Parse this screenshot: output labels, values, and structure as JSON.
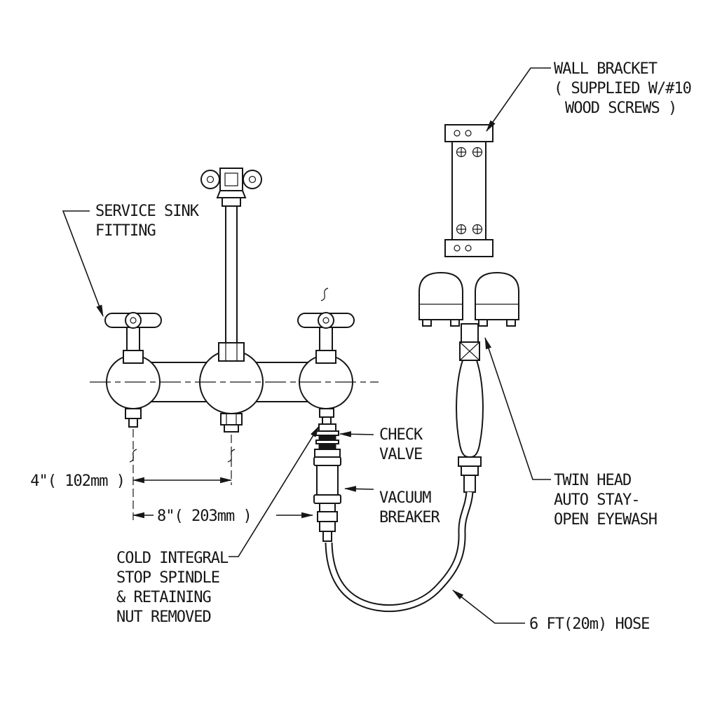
{
  "colors": {
    "ink": "#161616",
    "background": "#ffffff"
  },
  "labels": {
    "wall_bracket": [
      "WALL BRACKET",
      "( SUPPLIED W/#10",
      "WOOD SCREWS )"
    ],
    "service_sink": [
      "SERVICE SINK",
      "FITTING"
    ],
    "check_valve": [
      "CHECK",
      "VALVE"
    ],
    "vacuum_breaker": [
      "VACUUM",
      "BREAKER"
    ],
    "cold_integral": [
      "COLD INTEGRAL",
      "STOP SPINDLE",
      "& RETAINING",
      "NUT REMOVED"
    ],
    "twin_head": [
      "TWIN HEAD",
      "AUTO STAY-",
      "OPEN EYEWASH"
    ],
    "hose": "6 FT(20m) HOSE",
    "dim_small": "4\"( 102mm )",
    "dim_large": "8\"( 203mm )"
  }
}
